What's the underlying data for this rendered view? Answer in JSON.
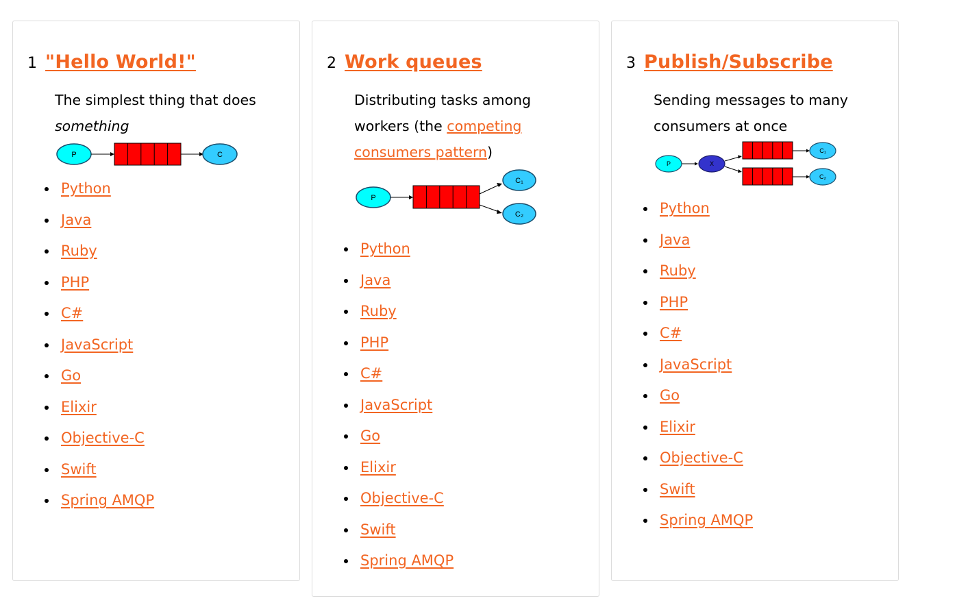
{
  "colors": {
    "accent": "#f26522",
    "producer": "#00ffff",
    "consumer": "#33ccff",
    "exchange": "#3333cc",
    "queue": "#ff0000"
  },
  "tutorials": [
    {
      "number": "1",
      "title": "\"Hello World!\"",
      "description": {
        "text": "The simplest thing that does",
        "emphasis": "something"
      },
      "diagram": {
        "producer": "P",
        "consumer": "C"
      },
      "languages": [
        "Python",
        "Java",
        "Ruby",
        "PHP",
        "C#",
        "JavaScript",
        "Go",
        "Elixir",
        "Objective-C",
        "Swift",
        "Spring AMQP"
      ]
    },
    {
      "number": "2",
      "title": "Work queues",
      "description": {
        "text_before": "Distributing tasks among workers (the",
        "link": "competing consumers pattern",
        "text_after": ")"
      },
      "diagram": {
        "producer": "P",
        "consumer_1": "C₁",
        "consumer_2": "C₂"
      },
      "languages": [
        "Python",
        "Java",
        "Ruby",
        "PHP",
        "C#",
        "JavaScript",
        "Go",
        "Elixir",
        "Objective-C",
        "Swift",
        "Spring AMQP"
      ]
    },
    {
      "number": "3",
      "title": "Publish/Subscribe",
      "description": {
        "text": "Sending messages to many consumers at once"
      },
      "diagram": {
        "producer": "P",
        "exchange": "X",
        "consumer_1": "C₁",
        "consumer_2": "C₂"
      },
      "languages": [
        "Python",
        "Java",
        "Ruby",
        "PHP",
        "C#",
        "JavaScript",
        "Go",
        "Elixir",
        "Objective-C",
        "Swift",
        "Spring AMQP"
      ]
    }
  ]
}
